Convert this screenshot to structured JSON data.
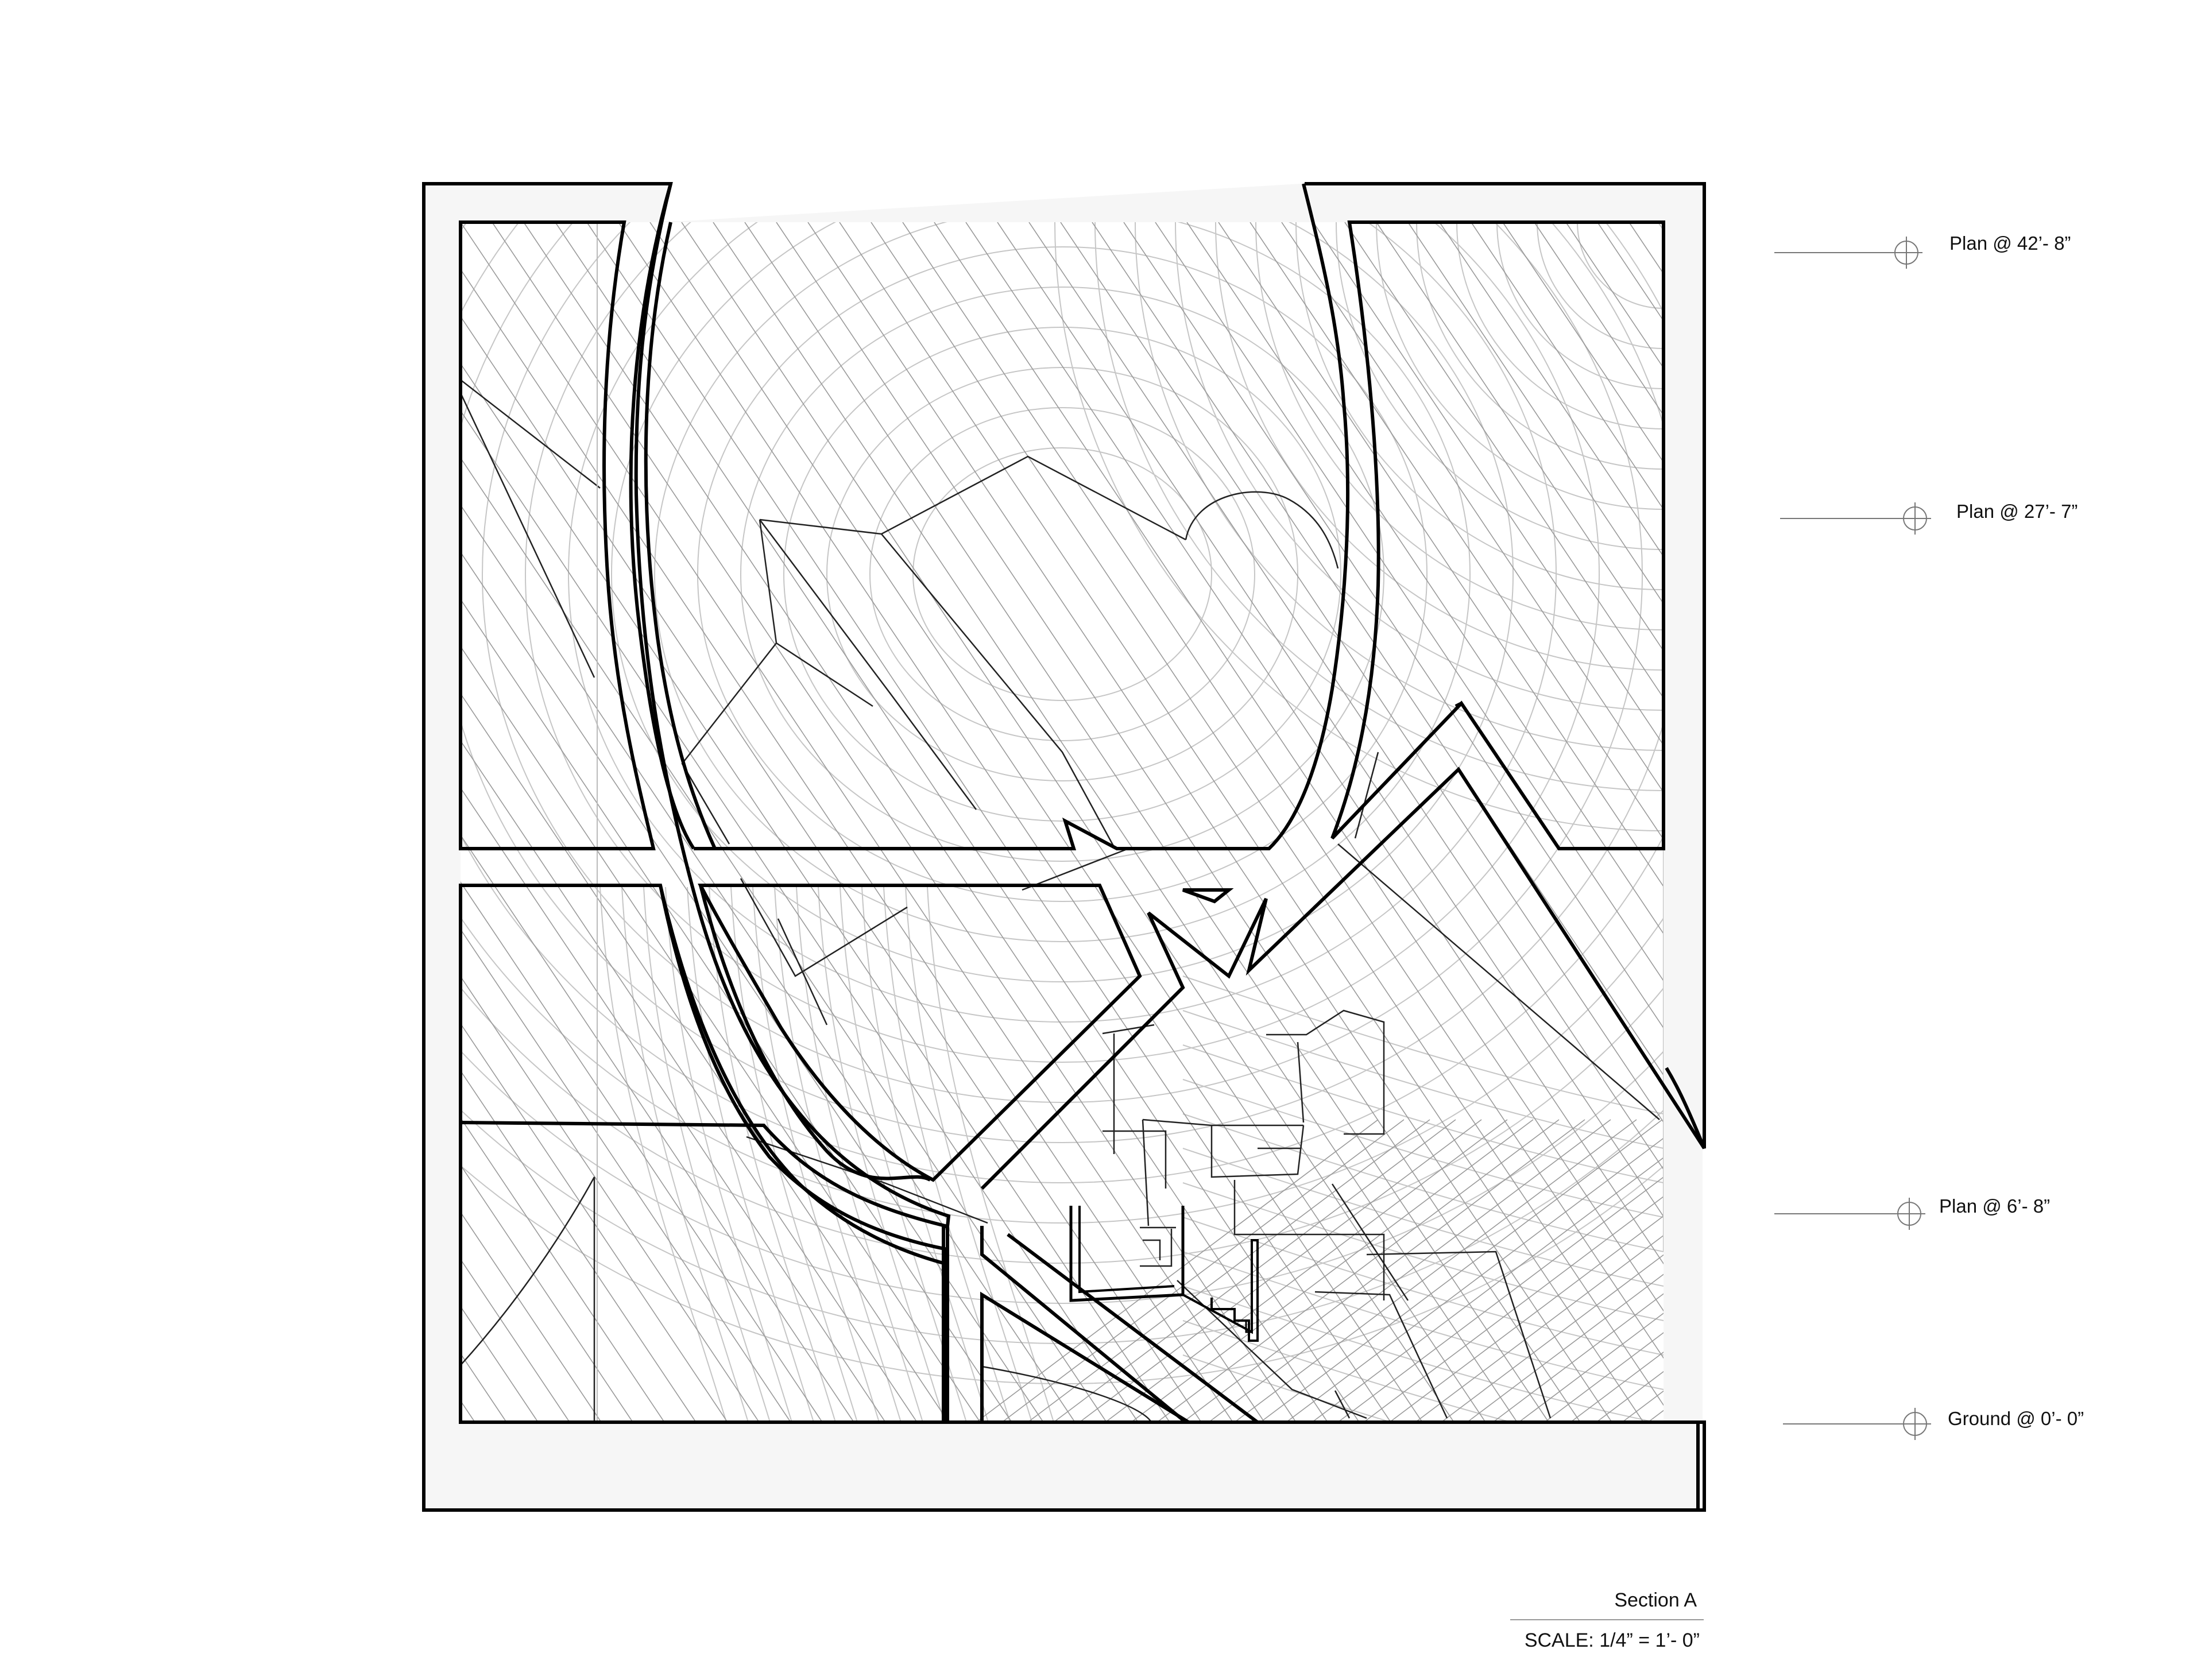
{
  "levels": [
    {
      "label": "Plan @ 42’- 8”"
    },
    {
      "label": "Plan @ 27’- 7”"
    },
    {
      "label": "Plan @ 6’- 8”"
    },
    {
      "label": "Ground @ 0’- 0”"
    }
  ],
  "title_block": {
    "title": "Section A",
    "scale": "SCALE: 1/4” = 1’- 0”"
  }
}
